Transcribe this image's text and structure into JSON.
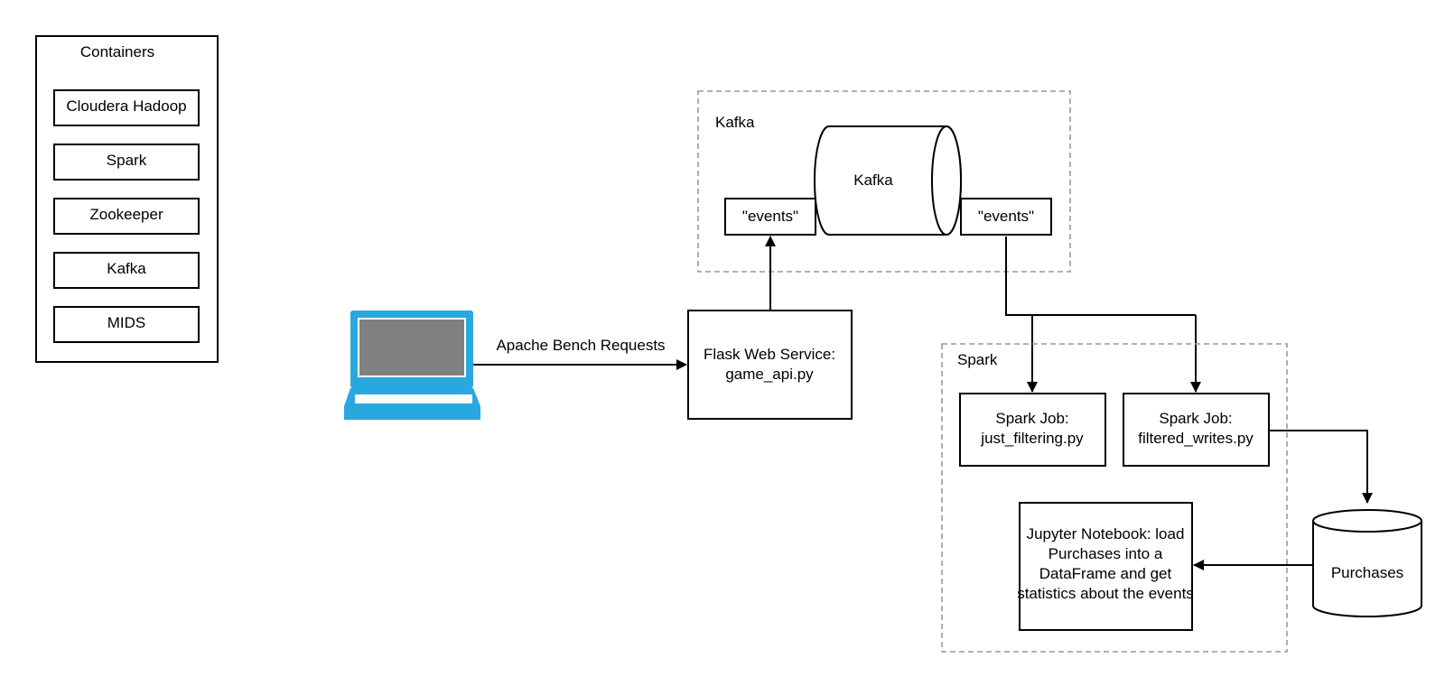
{
  "containers": {
    "title": "Containers",
    "items": [
      "Cloudera Hadoop",
      "Spark",
      "Zookeeper",
      "Kafka",
      "MIDS"
    ]
  },
  "kafka_group": {
    "label": "Kafka",
    "cylinder_label": "Kafka",
    "topic_in": "\"events\"",
    "topic_out": "\"events\""
  },
  "client": {
    "icon": "laptop-icon",
    "edge_label": "Apache Bench Requests"
  },
  "flask": {
    "line1": "Flask Web Service:",
    "line2": "game_api.py"
  },
  "spark_group": {
    "label": "Spark",
    "job1": {
      "line1": "Spark Job:",
      "line2": "just_filtering.py"
    },
    "job2": {
      "line1": "Spark Job:",
      "line2": "filtered_writes.py"
    },
    "notebook": [
      "Jupyter Notebook: load",
      "Purchases into a",
      "DataFrame and get",
      "statistics about the events"
    ]
  },
  "storage": {
    "label": "Purchases"
  },
  "colors": {
    "laptop": "#29a8e0",
    "laptop_screen": "#808080",
    "dashed": "#999999"
  }
}
